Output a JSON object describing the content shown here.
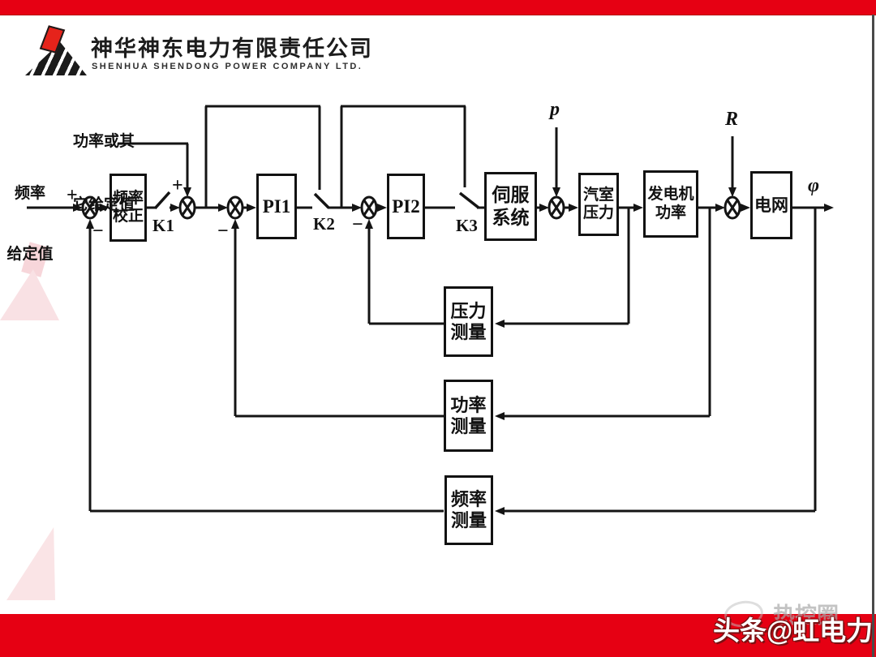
{
  "header": {
    "company_cn": "神华神东电力有限责任公司",
    "company_en": "SHENHUA SHENDONG POWER COMPANY LTD."
  },
  "inputs": {
    "freq_setpoint_l1": "频率",
    "freq_setpoint_l2": "给定值",
    "power_setpoint_l1": "功率或其",
    "power_setpoint_l2": "它给定值"
  },
  "signs": {
    "plus": "+",
    "minus": "−"
  },
  "switches": {
    "k1": "K1",
    "k2": "K2",
    "k3": "K3"
  },
  "signals": {
    "p": "p",
    "r": "R",
    "phi": "φ"
  },
  "blocks": {
    "freq_corr": {
      "l1": "频率",
      "l2": "校正"
    },
    "pi1": {
      "l1": "PI1"
    },
    "pi2": {
      "l1": "PI2"
    },
    "servo": {
      "l1": "伺服",
      "l2": "系统"
    },
    "steam_pressure": {
      "l1": "汽室",
      "l2": "压力"
    },
    "gen_power": {
      "l1": "发电机",
      "l2": "功率"
    },
    "grid": {
      "l1": "电网"
    },
    "pressure_meas": {
      "l1": "压力",
      "l2": "测量"
    },
    "power_meas": {
      "l1": "功率",
      "l2": "测量"
    },
    "freq_meas": {
      "l1": "频率",
      "l2": "测量"
    }
  },
  "footer": {
    "credit": "头条@虹电力",
    "watermark": "热控圈"
  },
  "colors": {
    "brand_red": "#e60013",
    "line_black": "#141414"
  }
}
